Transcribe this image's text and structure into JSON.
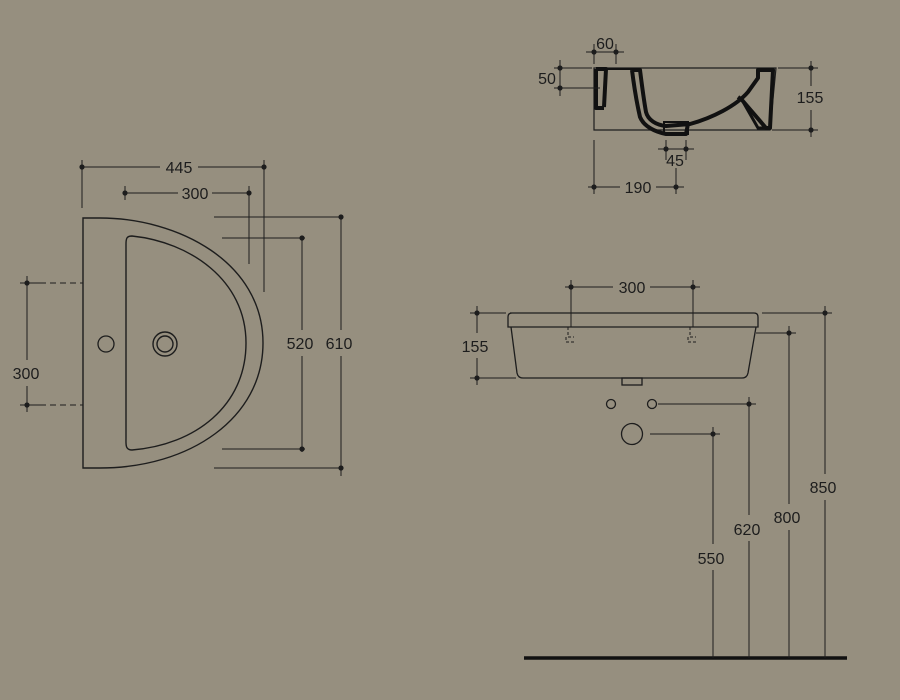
{
  "colors": {
    "background": "#968f7f",
    "line": "#1d1d1d"
  },
  "plan_view": {
    "width_overall": "445",
    "width_basin": "300",
    "depth_basin": "520",
    "depth_overall": "610",
    "fixing_spacing": "300"
  },
  "section_view": {
    "rim_width": "60",
    "rim_height": "50",
    "height": "155",
    "waste_width": "45",
    "waste_offset": "190"
  },
  "elevation_view": {
    "fixing_spacing": "300",
    "basin_height": "155",
    "height_550": "550",
    "height_620": "620",
    "height_800": "800",
    "height_850": "850"
  }
}
